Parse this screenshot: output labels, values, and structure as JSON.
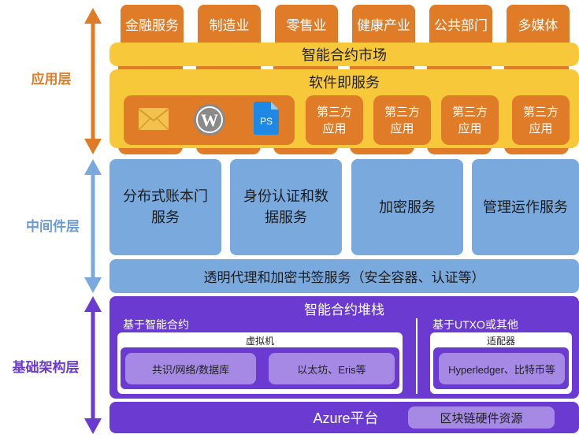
{
  "layers": {
    "application": "应用层",
    "middleware": "中间件层",
    "infrastructure": "基础架构层"
  },
  "colors": {
    "application": "#e07b27",
    "middleware": "#7aa9de",
    "infrastructure": "#6a3ad1",
    "yellow": "#f7c93a"
  },
  "application": {
    "industries": [
      "金融服务",
      "制造业",
      "零售业",
      "健康产业",
      "公共部门",
      "多媒体"
    ],
    "market": "智能合约市场",
    "saas": "软件即服务",
    "icons": [
      "mail-icon",
      "wordpress-icon",
      "photoshop-icon"
    ],
    "icon_texts": {
      "wordpress": "W",
      "photoshop": "PS"
    },
    "third_party_line1": "第三方",
    "third_party_line2": "应用"
  },
  "middleware": {
    "services": [
      {
        "line1": "分布式账本门",
        "line2": "服务"
      },
      {
        "line1": "身份认证和数",
        "line2": "据服务"
      },
      {
        "line1": "加密服务",
        "line2": ""
      },
      {
        "line1": "管理运作服务",
        "line2": ""
      }
    ],
    "proxy": "透明代理和加密书签服务（安全容器、认证等）"
  },
  "infrastructure": {
    "stack_title": "智能合约堆栈",
    "left": {
      "title": "基于智能合约",
      "panel": "虚拟机",
      "items": [
        "共识/网络/数据库",
        "以太坊、Eris等"
      ]
    },
    "right": {
      "title": "基于UTXO或其他",
      "panel": "适配器",
      "items": [
        "Hyperledger、比特币等"
      ]
    },
    "azure": "Azure平台",
    "hardware": "区块链硬件资源"
  }
}
